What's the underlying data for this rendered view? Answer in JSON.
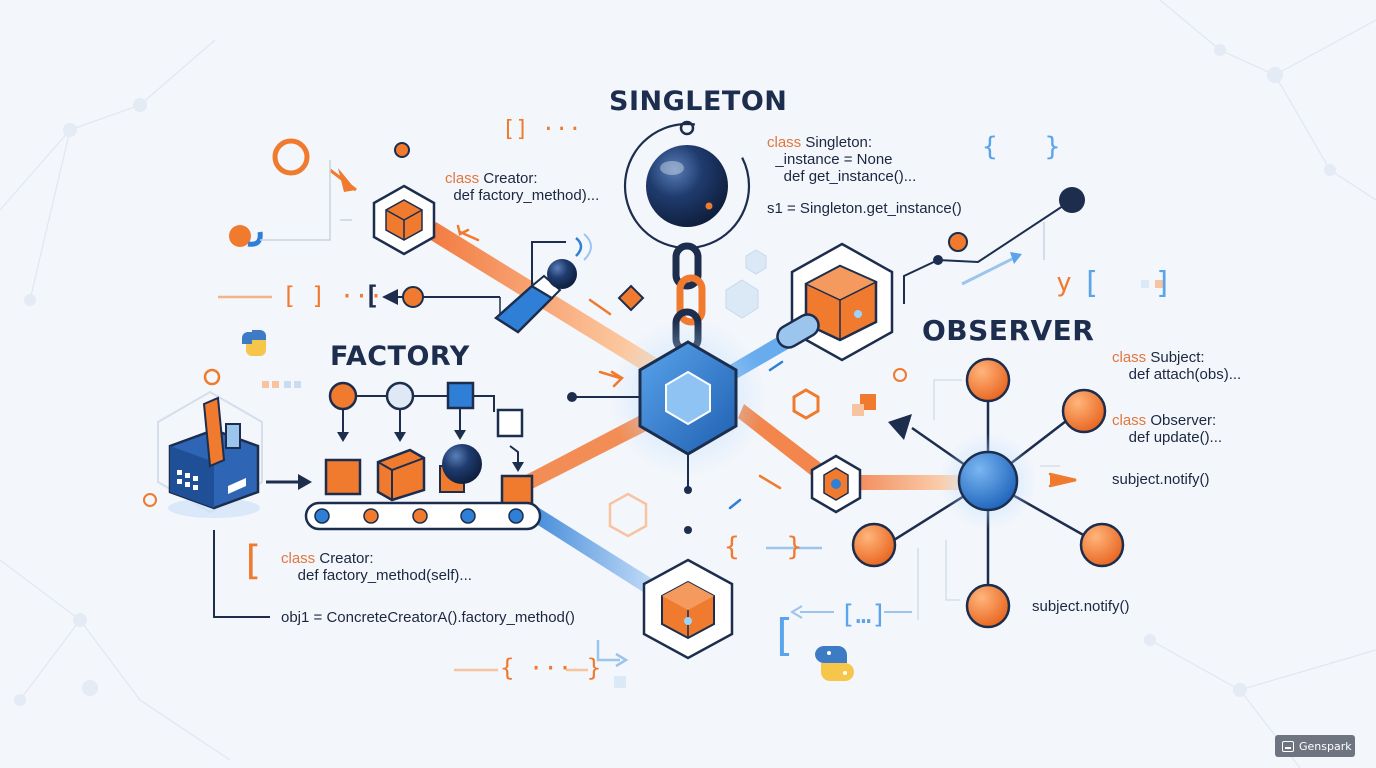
{
  "headings": {
    "singleton": "SINGLETON",
    "factory": "FACTORY",
    "observer": "OBSERVER"
  },
  "code": {
    "creator_top": {
      "kw": "class",
      "rest": " Creator:",
      "line2": "  def factory_method)..."
    },
    "singleton": {
      "kw": "class",
      "rest": " Singleton:",
      "line2": "  _instance = None",
      "line3": "    def get_instance()...",
      "line4": "s1 = Singleton.get_instance()"
    },
    "creator_bottom": {
      "kw": "class",
      "rest": " Creator:",
      "line2": "    def factory_method(self)..."
    },
    "factory_call": "obj1 = ConcreteCreatorA().factory_method()",
    "subject": {
      "kw": "class",
      "rest": " Subject:",
      "line2": "    def attach(obs)..."
    },
    "observer": {
      "kw": "class",
      "rest": " Observer:",
      "line2": "    def update()..."
    },
    "notify_1": "subject.notify()",
    "notify_2": "subject.notify()"
  },
  "symbols": {
    "brackets_top": "[] ···",
    "braces_right": "{   }",
    "brackets_left": "[ ] ···",
    "arrow_bracket": "[",
    "y_brackets": "y",
    "y_brackets_2": "[   ]",
    "braces_center": "{   }",
    "dots_bracket": "[…]",
    "braces_bottom": "{ ··· }",
    "bracket_open_left": "[",
    "bracket_open_bottom": "["
  },
  "watermark": {
    "label": "Genspark"
  },
  "colors": {
    "navy": "#1c2d4d",
    "orange": "#f07a2e",
    "blue": "#2f7fd6",
    "light_blue": "#9cc5ee",
    "background": "#f3f6fb"
  },
  "icons": [
    "factory-building-icon",
    "python-logo-icon",
    "cube-icon",
    "hexagon-icon",
    "chain-link-icon",
    "sphere-icon"
  ]
}
